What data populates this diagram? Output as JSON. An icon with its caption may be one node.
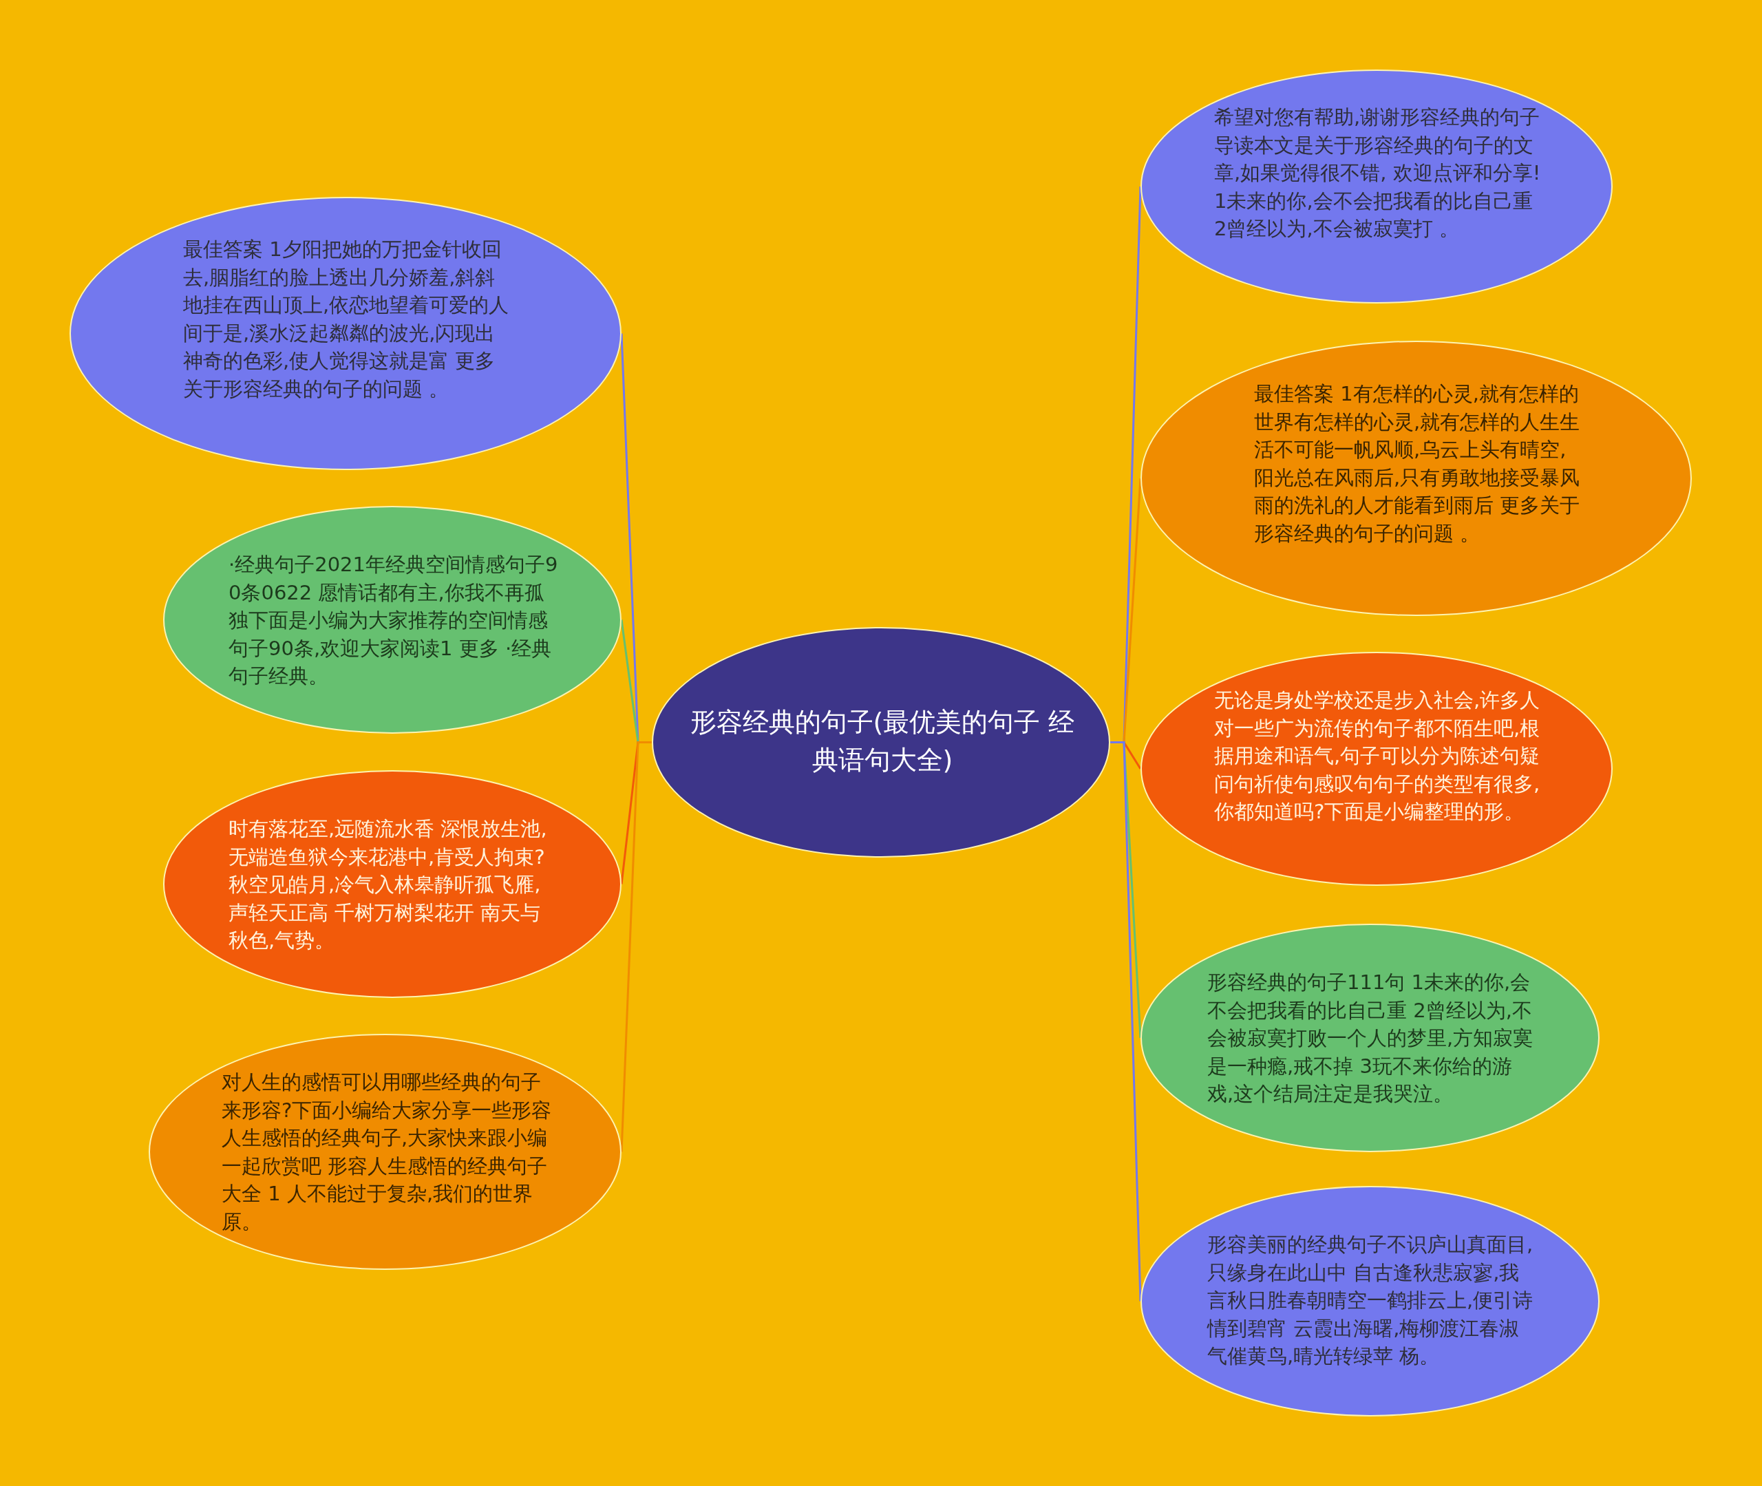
{
  "diagram": {
    "nodes": [
      {
        "text": [
          "形容经典的句子(最优美的句子 经典语句大全)"
        ]
      },
      {
        "text": [
          "最佳答案 1夕阳把她的万把金针收回去,胭脂红的脸上透出几分娇羞,斜斜地挂在西山顶上,依恋地望着可爱的人间于是,溪水泛起粼粼的波光,闪现出神奇的色彩,使人觉得这就是富 更多关于形容经典的句子的问题 。"
        ]
      },
      {
        "text": [
          "·经典句子2021年经典空间情感句子90条0622  愿情话都有主,你我不再孤独下面是小编为大家推荐的空间情感句子90条,欢迎大家阅读1 更多  ·经典句子经典。"
        ]
      },
      {
        "text": [
          "时有落花至,远随流水香 深恨放生池,无端造鱼狱今来花港中,肯受人拘束? 秋空见皓月,冷气入林皋静听孤飞雁,声轻天正高 千树万树梨花开 南天与秋色,气势。"
        ]
      },
      {
        "text": [
          "对人生的感悟可以用哪些经典的句子来形容?下面小编给大家分享一些形容人生感悟的经典句子,大家快来跟小编一起欣赏吧 形容人生感悟的经典句子大全 1 人不能过于复杂,我们的世界原。"
        ]
      },
      {
        "text": [
          "希望对您有帮助,谢谢形容经典的句子导读本文是关于形容经典的句子的文章,如果觉得很不错, 欢迎点评和分享! 1未来的你,会不会把我看的比自己重 2曾经以为,不会被寂寞打 。"
        ]
      },
      {
        "text": [
          "最佳答案 1有怎样的心灵,就有怎样的世界有怎样的心灵,就有怎样的人生生活不可能一帆风顺,乌云上头有晴空,阳光总在风雨后,只有勇敢地接受暴风雨的洗礼的人才能看到雨后 更多关于形容经典的句子的问题 。"
        ]
      },
      {
        "text": [
          "无论是身处学校还是步入社会,许多人对一些广为流传的句子都不陌生吧,根据用途和语气,句子可以分为陈述句疑问句祈使句感叹句句子的类型有很多,你都知道吗?下面是小编整理的形。"
        ]
      },
      {
        "text": [
          "形容经典的句子111句 1未来的你,会不会把我看的比自己重 2曾经以为,不会被寂寞打败一个人的梦里,方知寂寞是一种瘾,戒不掉 3玩不来你给的游戏,这个结局注定是我哭泣。"
        ]
      },
      {
        "text": [
          "形容美丽的经典句子不识庐山真面目,只缘身在此山中 自古逢秋悲寂寥,我言秋日胜春朝晴空一鹤排云上,便引诗情到碧宵 云霞出海曙,梅柳渡江春淑气催黄鸟,晴光转绿苹 杨。"
        ]
      }
    ],
    "edges": [
      {
        "from": 0,
        "to": 1,
        "arrow": "none",
        "color": "#7378ee"
      },
      {
        "from": 0,
        "to": 2,
        "arrow": "none",
        "color": "#66c070"
      },
      {
        "from": 0,
        "to": 3,
        "arrow": "none",
        "color": "#f25a0a"
      },
      {
        "from": 0,
        "to": 4,
        "arrow": "none",
        "color": "#f08c00"
      },
      {
        "from": 0,
        "to": 5,
        "arrow": "none",
        "color": "#7378ee"
      },
      {
        "from": 0,
        "to": 6,
        "arrow": "none",
        "color": "#f08c00"
      },
      {
        "from": 0,
        "to": 7,
        "arrow": "none",
        "color": "#f25a0a"
      },
      {
        "from": 0,
        "to": 8,
        "arrow": "none",
        "color": "#66c070"
      },
      {
        "from": 0,
        "to": 9,
        "arrow": "none",
        "color": "#7378ee"
      }
    ]
  }
}
